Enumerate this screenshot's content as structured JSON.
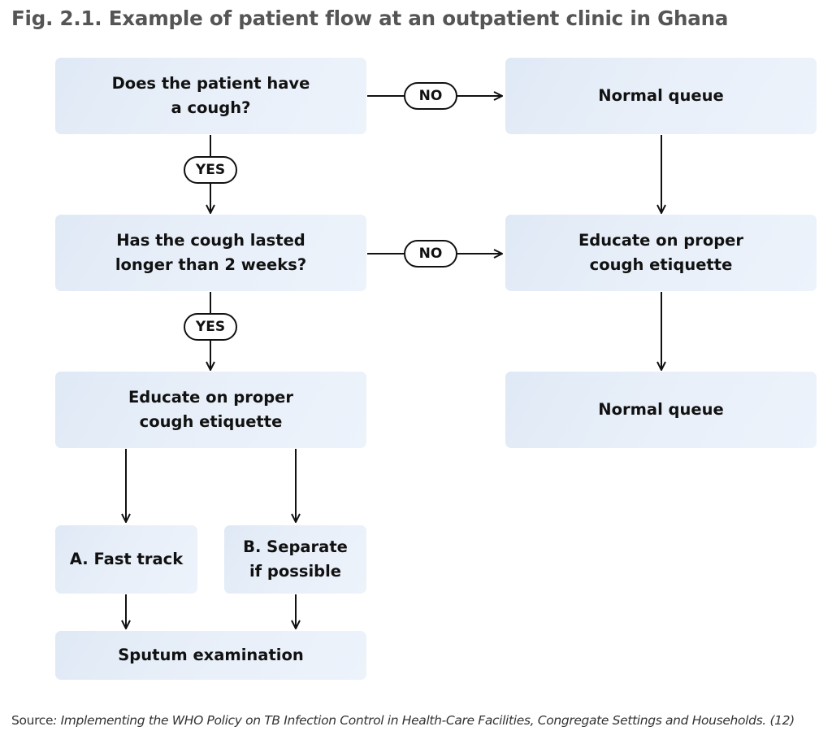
{
  "title": "Fig. 2.1. Example of patient flow at an outpatient clinic in Ghana",
  "nodes": {
    "q_cough": {
      "line1": "Does the patient have",
      "line2": "a cough?"
    },
    "q_duration": {
      "line1": "Has the cough lasted",
      "line2": "longer than 2 weeks?"
    },
    "educate_left": {
      "line1": "Educate on proper",
      "line2": "cough etiquette"
    },
    "fast_track": {
      "label": "A. Fast track"
    },
    "separate": {
      "line1": "B. Separate",
      "line2": "if possible"
    },
    "sputum": {
      "label": "Sputum examination"
    },
    "normal_queue_top": {
      "label": "Normal queue"
    },
    "educate_right": {
      "line1": "Educate on proper",
      "line2": "cough etiquette"
    },
    "normal_queue_bottom": {
      "label": "Normal queue"
    }
  },
  "edge_labels": {
    "yes": "YES",
    "no": "NO"
  },
  "source": {
    "prefix": "Source",
    "text": ": Implementing the WHO Policy on TB Infection Control in Health-Care Facilities, Congregate Settings and Households. (12)"
  }
}
